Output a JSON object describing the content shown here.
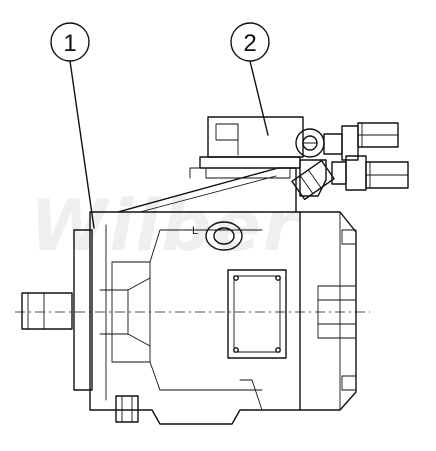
{
  "drawing": {
    "watermark": "Wilber",
    "callouts": [
      {
        "label": "1",
        "target": "pump-housing"
      },
      {
        "label": "2",
        "target": "control-valve"
      }
    ],
    "port_label": "L"
  }
}
